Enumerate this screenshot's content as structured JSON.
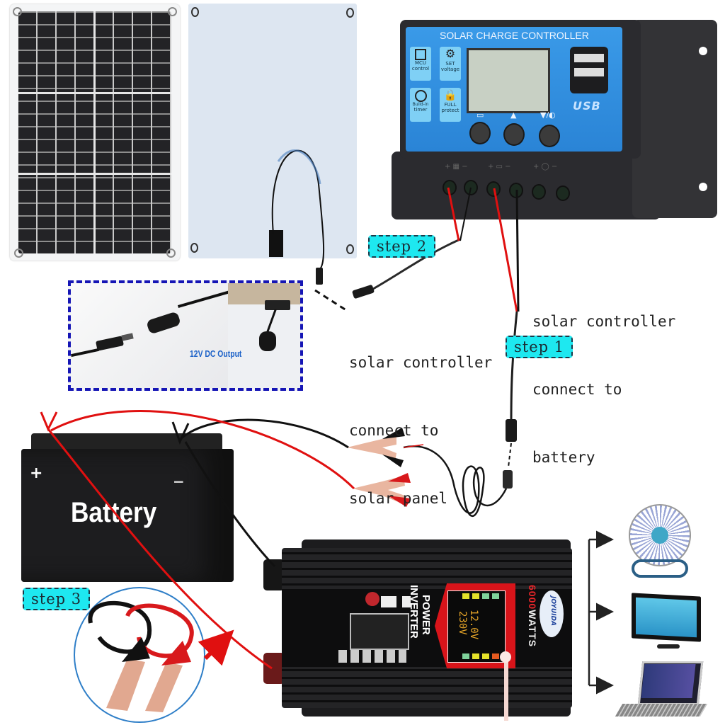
{
  "diagram": {
    "title": "Solar power system wiring diagram",
    "colors": {
      "step_label_bg": "#1EE8F0",
      "controller_face": "#2F8FE0",
      "controller_body": "#2A2A2E",
      "positive_wire": "#E01010",
      "negative_wire": "#111111",
      "dashed_box": "#1515B5",
      "callout_circle": "#2F7FC8"
    }
  },
  "solar_panels": {
    "front_label": "solar-panel-front",
    "back_label": "solar-panel-back"
  },
  "controller": {
    "title": "SOLAR CHARGE CONTROLLER",
    "features": [
      {
        "icon": "chip-icon",
        "label_line1": "MCU",
        "label_line2": "control"
      },
      {
        "icon": "gear-icon",
        "label_line1": "SET",
        "label_line2": "voltage"
      },
      {
        "icon": "clock-icon",
        "label_line1": "Build-in",
        "label_line2": "timer"
      },
      {
        "icon": "lock-icon",
        "label_line1": "FULL",
        "label_line2": "protect"
      }
    ],
    "usb_label": "USB",
    "button_symbols": [
      "▭",
      "▲",
      "▼/◐"
    ],
    "terminal_groups": [
      "+ ▦ −",
      "+ ▭ −",
      "+ ◯ −"
    ]
  },
  "dc_output_box": {
    "label": "12V DC Output"
  },
  "steps": [
    {
      "id": "step1",
      "label": "step 1",
      "caption": [
        "solar controller",
        "connect to",
        "battery"
      ]
    },
    {
      "id": "step2",
      "label": "step 2",
      "caption": [
        "solar controller",
        "connect to",
        "solar panel"
      ]
    },
    {
      "id": "step3",
      "label": "step 3"
    }
  ],
  "battery": {
    "label": "Battery",
    "positive": "+",
    "negative": "−"
  },
  "inverter": {
    "title_line1": "POWER",
    "title_line2": "INVERTER",
    "wattage": "6000",
    "wattage_unit": "WATTS",
    "brand": "JOYUIDA",
    "display_voltage_in": "12.0",
    "display_voltage_out": "230",
    "display_unit": "V"
  },
  "appliances": [
    {
      "name": "fan"
    },
    {
      "name": "tv"
    },
    {
      "name": "laptop"
    }
  ]
}
